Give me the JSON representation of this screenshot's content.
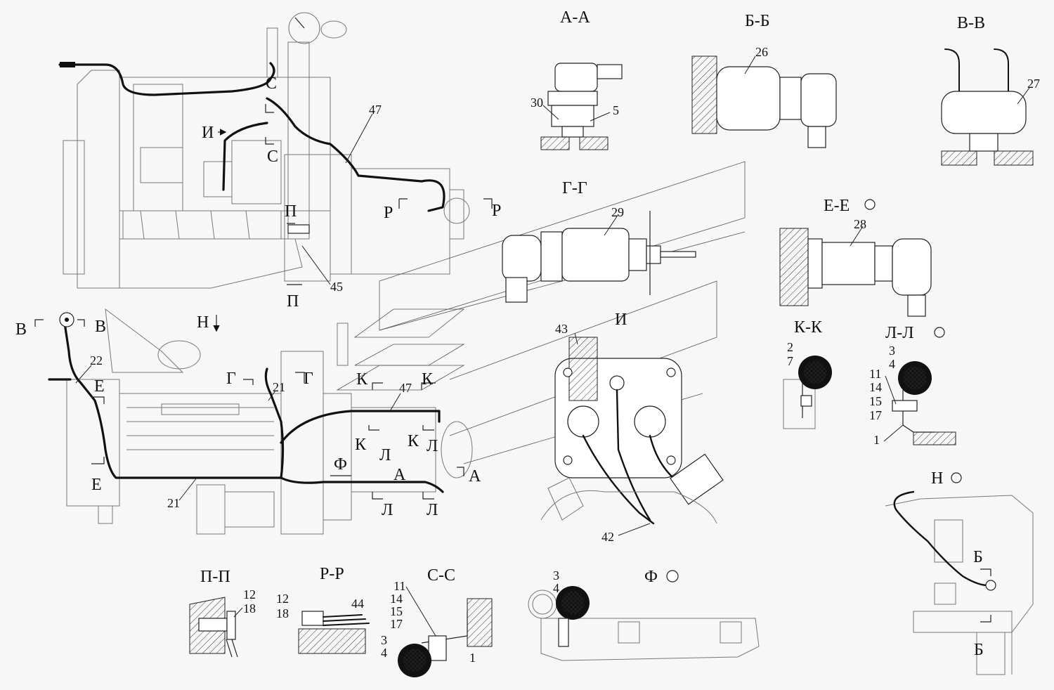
{
  "sections": {
    "aa": "А-А",
    "bb": "Б-Б",
    "vv": "В-В",
    "gg": "Г-Г",
    "ee": "Е-Е",
    "kk": "К-К",
    "ll": "Л-Л",
    "n": "Н",
    "pp": "П-П",
    "rr": "Р-Р",
    "ss": "С-С",
    "f": "Ф",
    "i": "И"
  },
  "cut_marks": {
    "s": "С",
    "i": "И",
    "p": "П",
    "r": "Р",
    "v": "В",
    "e": "Е",
    "g": "Г",
    "k": "К",
    "l": "Л",
    "a": "А",
    "f": "Ф",
    "n": "Н",
    "b": "Б"
  },
  "parts": {
    "p1": "1",
    "p2": "2",
    "p3": "3",
    "p4": "4",
    "p5": "5",
    "p7": "7",
    "p11": "11",
    "p12": "12",
    "p14": "14",
    "p15": "15",
    "p17": "17",
    "p18": "18",
    "p21": "21",
    "p22": "22",
    "p26": "26",
    "p27": "27",
    "p28": "28",
    "p29": "29",
    "p30": "30",
    "p42": "42",
    "p43": "43",
    "p44": "44",
    "p45": "45",
    "p47": "47"
  }
}
